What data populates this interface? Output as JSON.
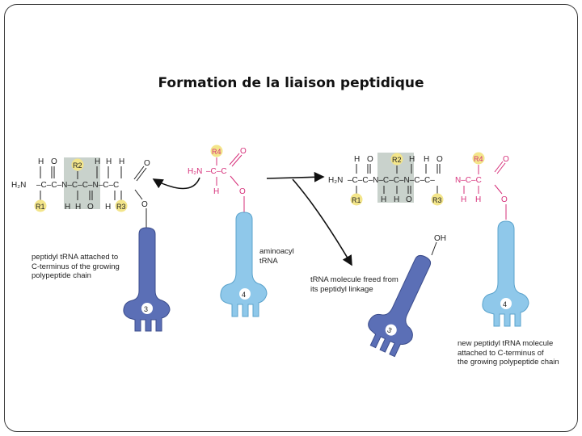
{
  "title": "Formation de la liaison peptidique",
  "colors": {
    "dark_trna": "#5b6fb6",
    "light_trna": "#8fc8ea",
    "highlight_box": "#c9d2cc",
    "r_group_fill": "#f3e58a",
    "amino_pink": "#d6307a"
  },
  "captions": {
    "peptidyl": [
      "peptidyl tRNA attached to",
      "C-terminus of the growing",
      "polypeptide chain"
    ],
    "aminoacyl": [
      "aminoacyl",
      "tRNA"
    ],
    "freed": [
      "tRNA molecule freed from",
      "its peptidyl linkage"
    ],
    "new_peptidyl": [
      "new peptidyl tRNA molecule",
      "attached to C-terminus of",
      "the growing polypeptide chain"
    ]
  },
  "trna_numbers": {
    "left": "3",
    "middle": "4",
    "freed": "3",
    "right": "4"
  },
  "labels": {
    "h2n": "H₂N",
    "oh": "OH",
    "r1": "R1",
    "r2": "R2",
    "r3": "R3",
    "r4": "R4"
  }
}
